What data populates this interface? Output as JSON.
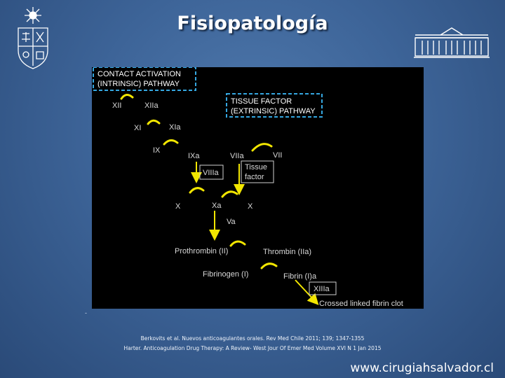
{
  "slide": {
    "title": "Fisiopatología",
    "stray_mark": "-",
    "reference_1": "Berkovits et al. Nuevos anticoagulantes orales. Rev Med Chile 2011; 139; 1347-1355",
    "reference_2": "Harter. Anticoagulation Drug Therapy: A Review- West Jour Of Emer Med Volume XVI N 1 Jan 2015",
    "website": "www.cirugiahsalvador.cl"
  },
  "diagram": {
    "intrinsic_line1": "CONTACT ACTIVATION",
    "intrinsic_line2": "(INTRINSIC) PATHWAY",
    "extrinsic_line1": "TISSUE FACTOR",
    "extrinsic_line2": "(EXTRINSIC) PATHWAY",
    "xii": "XII",
    "xiia": "XIIa",
    "xi": "XI",
    "xia": "XIa",
    "ix": "IX",
    "ixa": "IXa",
    "viiia": "VIIIa",
    "viia": "VIIa",
    "vii": "VII",
    "tf_line1": "Tissue",
    "tf_line2": "factor",
    "x_left": "X",
    "xa": "Xa",
    "x_right": "X",
    "va": "Va",
    "prothrombin": "Prothrombin (II)",
    "thrombin": "Thrombin (IIa)",
    "fibrinogen": "Fibrinogen (I)",
    "fibrin": "Fibrin (I)a",
    "xiiia": "XIIIa",
    "clot": "Crossed linked fibrin clot"
  },
  "colors": {
    "background": "#3d6498",
    "panel": "#000000",
    "arc": "#f2e600",
    "arrow": "#f2e600",
    "dashed_box": "#35a7e0",
    "label": "#d9d9d9",
    "title": "#ffffff"
  },
  "icons": {
    "left_logo": "university-crest-icon",
    "right_logo": "hospital-building-icon"
  }
}
